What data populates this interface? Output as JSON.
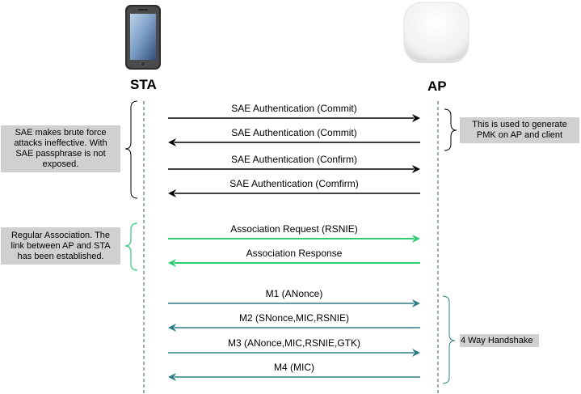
{
  "actors": {
    "sta": {
      "label": "STA",
      "icon": "smartphone-icon"
    },
    "ap": {
      "label": "AP",
      "icon": "access-point-icon"
    }
  },
  "colors": {
    "sae": "#000000",
    "association": "#2ecc71",
    "handshake": "#2e7d86",
    "note_bg": "#d0d0d0",
    "bracket_association": "#2ecc71"
  },
  "messages": [
    {
      "label": "SAE Authentication (Commit)",
      "direction": "sta-to-ap",
      "group": "sae"
    },
    {
      "label": "SAE Authentication (Commit)",
      "direction": "ap-to-sta",
      "group": "sae"
    },
    {
      "label": "SAE Authentication (Confirm)",
      "direction": "sta-to-ap",
      "group": "sae"
    },
    {
      "label": "SAE Authentication (Comfirm)",
      "direction": "ap-to-sta",
      "group": "sae"
    },
    {
      "label": "Association Request (RSNIE)",
      "direction": "sta-to-ap",
      "group": "association"
    },
    {
      "label": "Association Response",
      "direction": "ap-to-sta",
      "group": "association"
    },
    {
      "label": "M1 (ANonce)",
      "direction": "sta-to-ap",
      "group": "handshake"
    },
    {
      "label": "M2 (SNonce,MIC,RSNIE)",
      "direction": "ap-to-sta",
      "group": "handshake"
    },
    {
      "label": "M3 (ANonce,MIC,RSNIE,GTK)",
      "direction": "sta-to-ap",
      "group": "handshake"
    },
    {
      "label": "M4 (MIC)",
      "direction": "ap-to-sta",
      "group": "handshake"
    }
  ],
  "notes": {
    "sae": "SAE makes brute force\nattacks ineffective. With\nSAE passphrase is not\nexposed.",
    "pmk": "This is used to generate\nPMK on AP and client",
    "association": "Regular Association. The\nlink between AP and STA\nhas been established.",
    "handshake": "4 Way Handshake"
  }
}
